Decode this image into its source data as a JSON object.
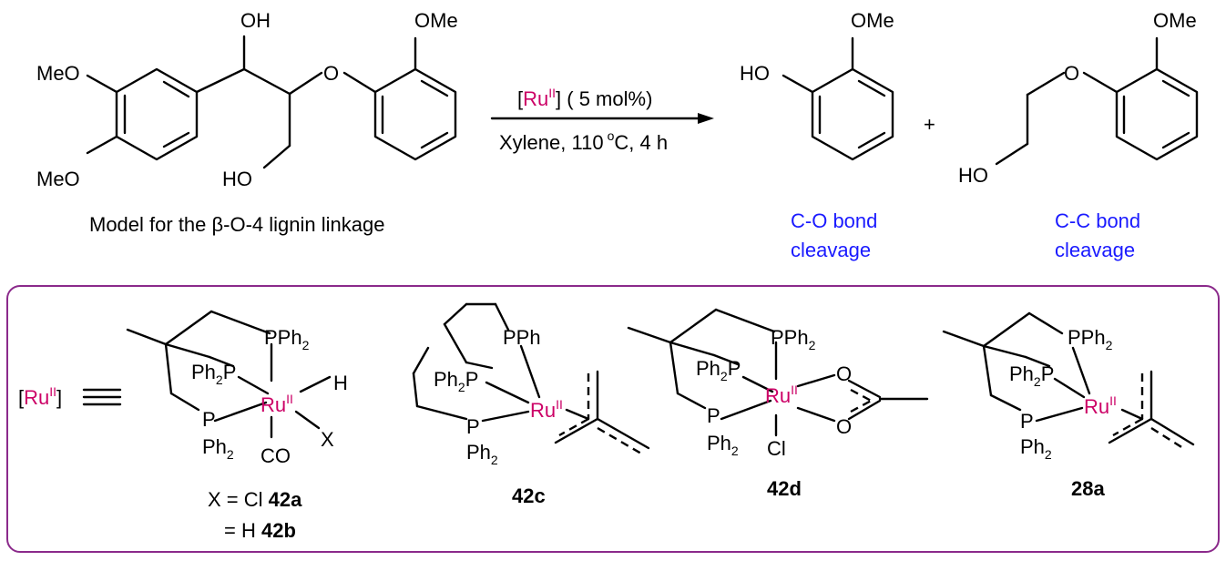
{
  "reaction": {
    "substrate_caption": "Model for the β-O-4 lignin linkage",
    "catalyst_label": "Ru",
    "catalyst_oxidation": "II",
    "catalyst_loading": "( 5 mol%)",
    "conditions": "Xylene, 110",
    "degree": "o",
    "conditions_tail": "C, 4 h",
    "plus": "+",
    "product1_caption_line1": "C-O bond",
    "product1_caption_line2": "cleavage",
    "product2_caption_line1": "C-C bond",
    "product2_caption_line2": "cleavage"
  },
  "labels": {
    "OH": "OH",
    "HO": "HO",
    "OMe": "OMe",
    "MeO": "MeO",
    "O": "O"
  },
  "box": {
    "equiv": "≡",
    "complexes": [
      {
        "id": "42a",
        "x_line": "X = Cl",
        "label": "42a",
        "alt_line": "= H",
        "alt_label": "42b"
      },
      {
        "id": "42c",
        "label": "42c"
      },
      {
        "id": "42d",
        "label": "42d"
      },
      {
        "id": "28a",
        "label": "28a"
      }
    ],
    "atoms": {
      "PPh": "PPh",
      "P": "P",
      "Ph": "Ph",
      "sub2": "2",
      "H": "H",
      "X": "X",
      "CO": "CO",
      "Cl": "Cl",
      "O": "O"
    }
  },
  "colors": {
    "ruthenium": "#cc0066",
    "caption_blue": "#1a1aff",
    "box_border": "#8b2a8b"
  }
}
